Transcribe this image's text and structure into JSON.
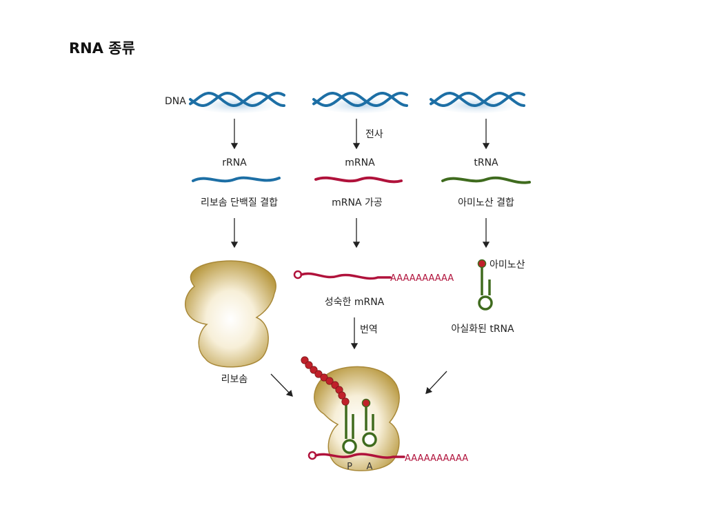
{
  "title": "RNA 종류",
  "dna_label": "DNA",
  "transcription_label": "전사",
  "columns": {
    "rrna": {
      "name": "rRNA",
      "step": "리보솜 단백질 결합",
      "product": "리보솜"
    },
    "mrna": {
      "name": "mRNA",
      "step": "mRNA 가공",
      "product": "성숙한 mRNA",
      "polyA": "AAAAAAAAAA"
    },
    "trna": {
      "name": "tRNA",
      "step": "아미노산 결합",
      "amino_acid": "아미노산",
      "product": "아실화된 tRNA"
    }
  },
  "translation_label": "번역",
  "ribosome_sites": {
    "p": "P",
    "a": "A"
  },
  "ribosome_polyA": "AAAAAAAAAA",
  "colors": {
    "dna": "#1d6fa5",
    "rrna": "#1d6fa5",
    "mrna": "#b0123b",
    "trna": "#3f6b1e",
    "amino_acid": "#c0202a",
    "ribosome_edge": "#a88838",
    "ribosome_fill": "#e7d6a0"
  }
}
